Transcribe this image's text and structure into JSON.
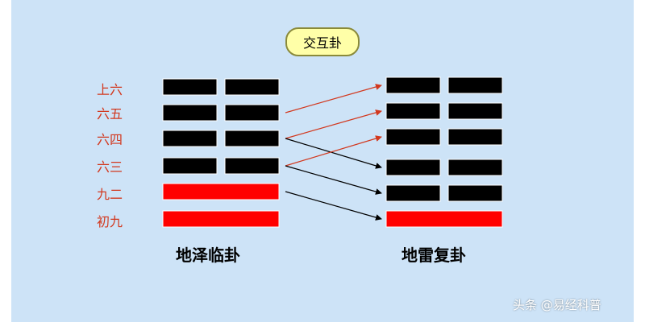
{
  "title": "交互卦",
  "line_labels": [
    "上六",
    "六五",
    "六四",
    "六三",
    "九二",
    "初九"
  ],
  "left_hexagram": {
    "name": "地泽临卦",
    "lines": [
      "yin",
      "yin",
      "yin",
      "yin",
      "yang",
      "yang"
    ]
  },
  "right_hexagram": {
    "name": "地雷复卦",
    "lines": [
      "yin",
      "yin",
      "yin",
      "yin",
      "yin",
      "yang"
    ]
  },
  "mappings": [
    {
      "from": "六五",
      "to": 0,
      "color": "#d2381e"
    },
    {
      "from": "六四",
      "to": 1,
      "color": "#d2381e"
    },
    {
      "from": "六四",
      "to": 3,
      "color": "#000000"
    },
    {
      "from": "六三",
      "to": 2,
      "color": "#d2381e"
    },
    {
      "from": "六三",
      "to": 4,
      "color": "#000000"
    },
    {
      "from": "九二",
      "to": 5,
      "color": "#000000"
    }
  ],
  "colors": {
    "background": "#cde3f7",
    "yin": "#000000",
    "yang": "#ff0000",
    "label": "#d2381e",
    "badge_fill": "#ffffa8"
  },
  "watermark": "头条 @易经科普"
}
